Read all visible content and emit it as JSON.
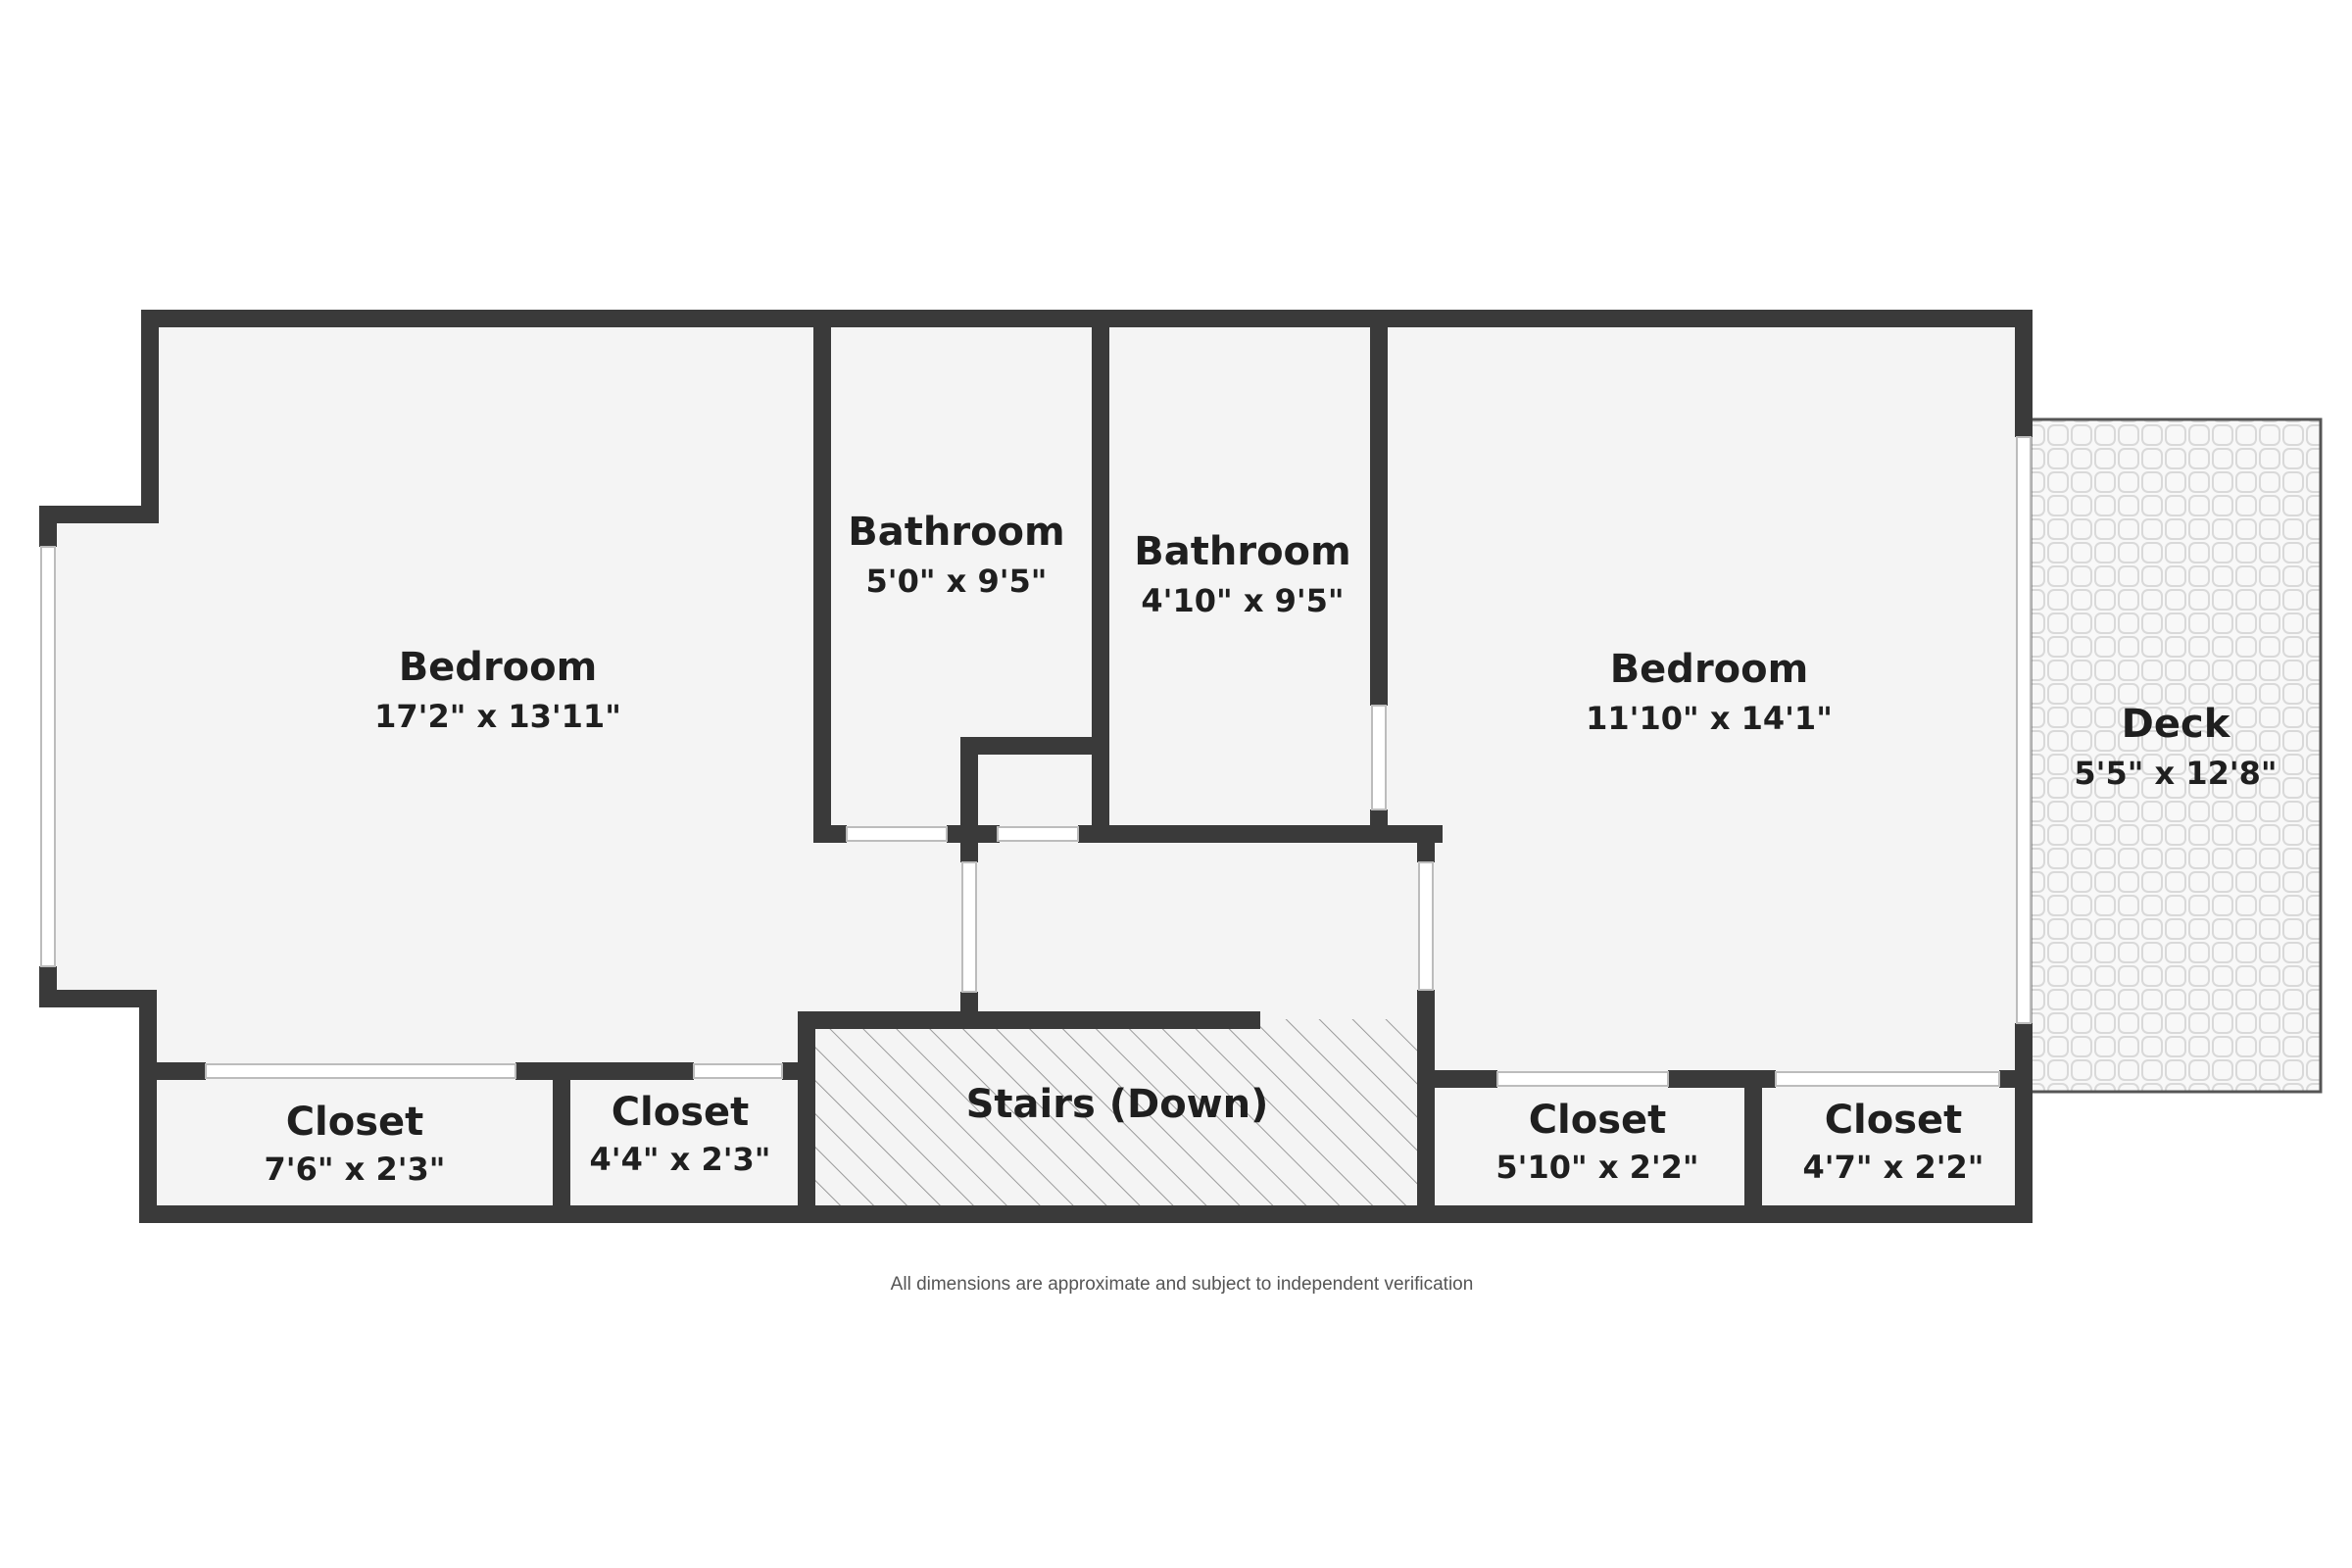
{
  "rooms": {
    "bedroom_left": {
      "name": "Bedroom",
      "dims": "17'2\" x 13'11\""
    },
    "bathroom_1": {
      "name": "Bathroom",
      "dims": "5'0\" x 9'5\""
    },
    "bathroom_2": {
      "name": "Bathroom",
      "dims": "4'10\" x 9'5\""
    },
    "bedroom_right": {
      "name": "Bedroom",
      "dims": "11'10\" x 14'1\""
    },
    "deck": {
      "name": "Deck",
      "dims": "5'5\" x 12'8\""
    },
    "closet_1": {
      "name": "Closet",
      "dims": "7'6\" x 2'3\""
    },
    "closet_2": {
      "name": "Closet",
      "dims": "4'4\" x 2'3\""
    },
    "stairs": {
      "name": "Stairs (Down)"
    },
    "closet_3": {
      "name": "Closet",
      "dims": "5'10\" x 2'2\""
    },
    "closet_4": {
      "name": "Closet",
      "dims": "4'7\" x 2'2\""
    }
  },
  "disclaimer": "All dimensions are approximate and subject to independent verification",
  "colors": {
    "wall": "#3a3a3a",
    "floor": "#f4f4f4",
    "opening": "#ffffff",
    "text": "#1f1f1f"
  }
}
